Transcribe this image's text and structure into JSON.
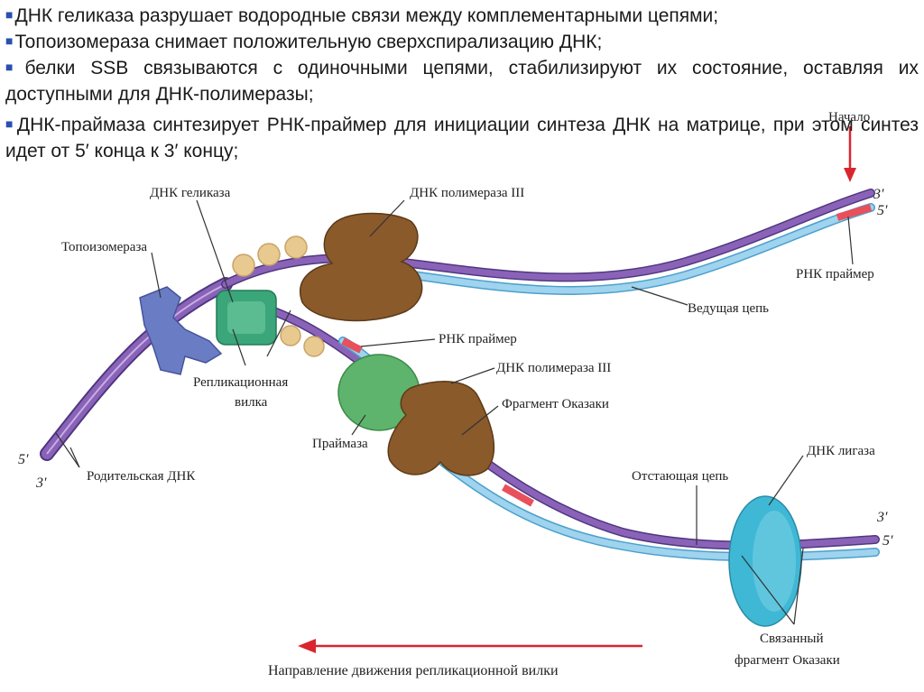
{
  "bullets": [
    "ДНК геликаза разрушает водородные связи между комплементарными цепями;",
    "Топоизомераза снимает положительную сверхспирализацию ДНК;",
    "белки SSB связываются с одиночными цепями, стабилизируют их состояние, оставляя их доступными для ДНК-полимеразы;",
    "ДНК-праймаза синтезирует РНК-праймер для инициации синтеза ДНК на матрице, при этом синтез идет от 5′ конца к 3′ концу;"
  ],
  "labels": {
    "helicase": "ДНК геликаза",
    "pol3_top": "ДНК полимераза III",
    "topoisomerase": "Топоизомераза",
    "start": "Начало",
    "rna_primer_right": "РНК праймер",
    "leading_strand": "Ведущая цепь",
    "rna_primer_mid": "РНК праймер",
    "pol3_mid": "ДНК полимераза III",
    "okazaki": "Фрагмент Оказаки",
    "replication_fork_line1": "Репликационная",
    "replication_fork_line2": "вилка",
    "primase": "Праймаза",
    "parental_dna": "Родительская ДНК",
    "lagging_strand": "Отстающая цепь",
    "dna_ligase": "ДНК лигаза",
    "bound_okazaki_line1": "Связанный",
    "bound_okazaki_line2": "фрагмент Оказаки",
    "direction": "Направление движения репликационной вилки"
  },
  "ends": {
    "left_5": "5′",
    "left_3": "3′",
    "top_right_3": "3′",
    "top_right_5": "5′",
    "bottom_right_3": "3′",
    "bottom_right_5": "5′"
  },
  "colors": {
    "parental_strand": "#8a63b8",
    "parental_edge": "#4f3780",
    "new_strand": "#9fd3ee",
    "new_edge": "#4aa0cc",
    "rna_primer": "#e8505b",
    "helicase": "#3aa67a",
    "polymerase": "#8a5a2b",
    "primase": "#5fb46d",
    "topoisomerase": "#6a7dc4",
    "ligase": "#3fb8d6",
    "ssb": "#e8c98f",
    "arrow": "#d9262e"
  }
}
